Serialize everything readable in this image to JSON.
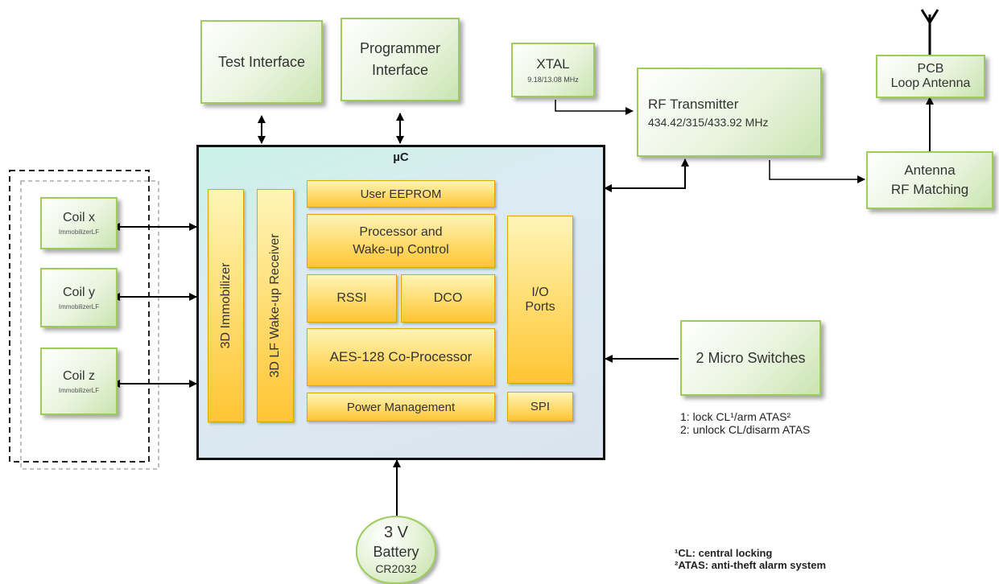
{
  "test_interface": "Test Interface",
  "programmer_interface": [
    "Programmer",
    "Interface"
  ],
  "xtal": {
    "title": "XTAL",
    "freq": "9.18/13.08 MHz"
  },
  "rf_transmitter": {
    "title": "RF Transmitter",
    "freq": "434.42/315/433.92 MHz"
  },
  "pcb_antenna": [
    "PCB",
    "Loop Antenna"
  ],
  "antenna_matching": [
    "Antenna",
    "RF Matching"
  ],
  "mcu_label": "µC",
  "coils": [
    {
      "label": "Coil x",
      "sub": "ImmobilizerLF"
    },
    {
      "label": "Coil y",
      "sub": "ImmobilizerLF"
    },
    {
      "label": "Coil z",
      "sub": "ImmobilizerLF"
    }
  ],
  "immobilizer": "3D Immobilizer",
  "lf_receiver": "3D LF Wake-up Receiver",
  "user_eeprom": "User EEPROM",
  "processor": [
    "Processor and",
    "Wake-up Control"
  ],
  "rssi": "RSSI",
  "dco": "DCO",
  "aes": "AES-128 Co-Processor",
  "power_mgmt": "Power Management",
  "io_ports": [
    "I/O",
    "Ports"
  ],
  "spi": "SPI",
  "micro_switches": "2 Micro Switches",
  "switch_notes": [
    "1: lock CL¹/arm ATAS²",
    "2: unlock CL/disarm ATAS"
  ],
  "battery": [
    "3 V",
    "Battery",
    "CR2032"
  ],
  "footnotes": [
    "¹CL: central locking",
    "²ATAS: anti-theft alarm system"
  ],
  "colors": {
    "green_border": "#9ccc5a",
    "yellow_fill": "#ffd24d",
    "mcu_fill": "#d9e4ee"
  }
}
